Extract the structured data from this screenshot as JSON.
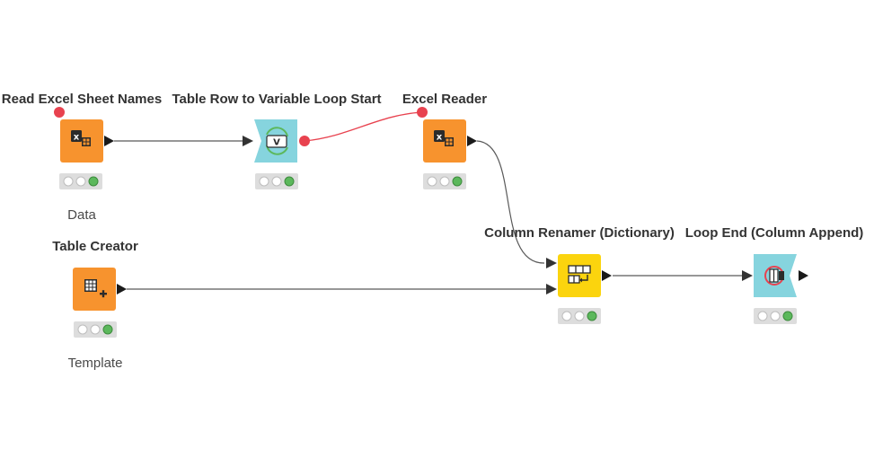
{
  "colors": {
    "source": "#f7932e",
    "loop": "#86d4de",
    "manipulator": "#fbd40e",
    "status_ok": "#5cb85c",
    "status_empty": "#dddddd",
    "flow_var": "#e8424f",
    "connection": "#595959"
  },
  "nodes": [
    {
      "id": "read-excel-sheet-names",
      "title": "Read Excel Sheet Names",
      "annotation": "Data",
      "icon": "excel-sheet-icon",
      "color": "source",
      "status": "executed"
    },
    {
      "id": "table-row-to-variable-loop-start",
      "title": "Table Row to Variable Loop Start",
      "annotation": "",
      "icon": "variable-loop-icon",
      "color": "loop",
      "status": "executed"
    },
    {
      "id": "excel-reader",
      "title": "Excel Reader",
      "annotation": "",
      "icon": "excel-sheet-icon",
      "color": "source",
      "status": "executed"
    },
    {
      "id": "table-creator",
      "title": "Table Creator",
      "annotation": "Template",
      "icon": "table-plus-icon",
      "color": "source",
      "status": "executed"
    },
    {
      "id": "column-renamer-dictionary",
      "title": "Column Renamer (Dictionary)",
      "annotation": "",
      "icon": "table-rename-icon",
      "color": "manipulator",
      "status": "executed"
    },
    {
      "id": "loop-end-column-append",
      "title": "Loop End (Column Append)",
      "annotation": "",
      "icon": "loop-end-icon",
      "color": "loop",
      "status": "executed"
    }
  ],
  "connections": [
    {
      "from": "read-excel-sheet-names",
      "to": "table-row-to-variable-loop-start",
      "kind": "data"
    },
    {
      "from": "table-row-to-variable-loop-start",
      "to": "excel-reader",
      "kind": "flow-variable"
    },
    {
      "from": "excel-reader",
      "to": "column-renamer-dictionary",
      "kind": "data"
    },
    {
      "from": "table-creator",
      "to": "column-renamer-dictionary",
      "kind": "data"
    },
    {
      "from": "column-renamer-dictionary",
      "to": "loop-end-column-append",
      "kind": "data"
    }
  ]
}
